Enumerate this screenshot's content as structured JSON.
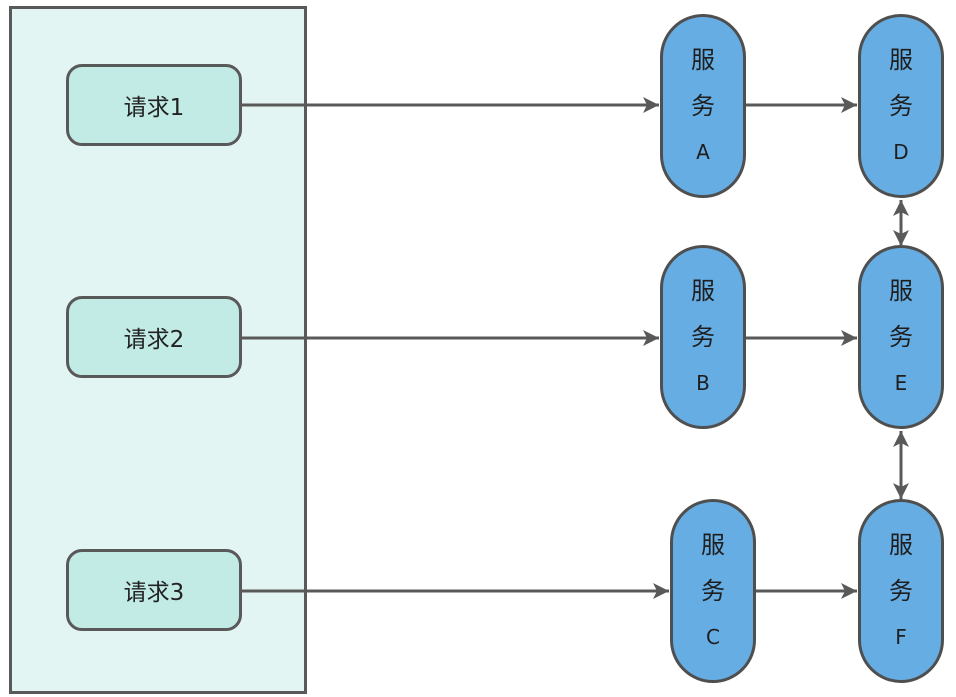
{
  "requests": [
    {
      "label": "请求1"
    },
    {
      "label": "请求2"
    },
    {
      "label": "请求3"
    }
  ],
  "services": [
    {
      "l1": "服",
      "l2": "务",
      "id": "A"
    },
    {
      "l1": "服",
      "l2": "务",
      "id": "B"
    },
    {
      "l1": "服",
      "l2": "务",
      "id": "C"
    },
    {
      "l1": "服",
      "l2": "务",
      "id": "D"
    },
    {
      "l1": "服",
      "l2": "务",
      "id": "E"
    },
    {
      "l1": "服",
      "l2": "务",
      "id": "F"
    }
  ],
  "colors": {
    "panel_fill": "#e3f5f3",
    "request_fill": "#c2ebe5",
    "service_fill": "#66ade3",
    "stroke": "#595959"
  }
}
